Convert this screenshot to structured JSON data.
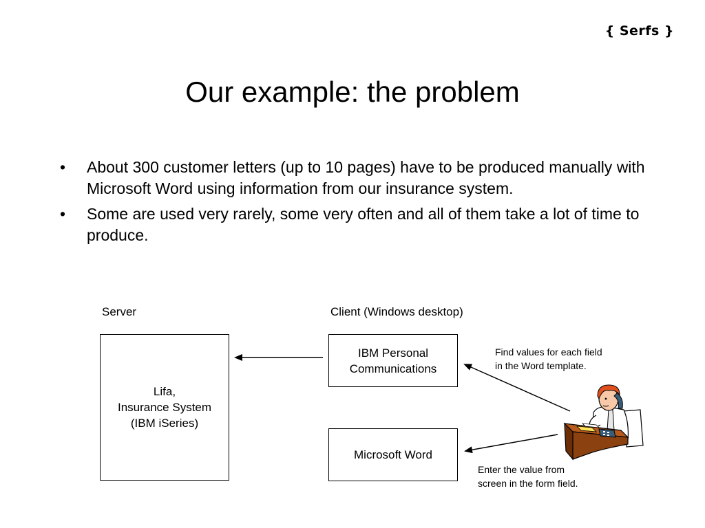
{
  "header": {
    "logo_text": "{ Serfs }"
  },
  "slide": {
    "title": "Our example: the problem",
    "bullets": [
      "About 300 customer letters (up to 10 pages) have to be produced manually with Microsoft Word using information from our insurance system.",
      "Some are used very rarely, some very often and all of them take a lot of time to produce."
    ],
    "bullet_symbol": "•"
  },
  "diagram": {
    "server_label": "Server",
    "client_label": "Client (Windows desktop)",
    "server_box": "Lifa,\nInsurance System\n(IBM iSeries)",
    "ibm_box": "IBM Personal\nCommunications",
    "word_box": "Microsoft Word",
    "note_find": "Find values for each field\nin the Word template.",
    "note_enter": "Enter the value from\nscreen in the form field.",
    "person_icon": "office-worker-on-phone-clipart",
    "colors": {
      "skin": "#f7c9a8",
      "hair": "#e0501e",
      "desk": "#b85a1c",
      "desk_dark": "#6b2e08",
      "phone": "#3b5c78"
    }
  }
}
